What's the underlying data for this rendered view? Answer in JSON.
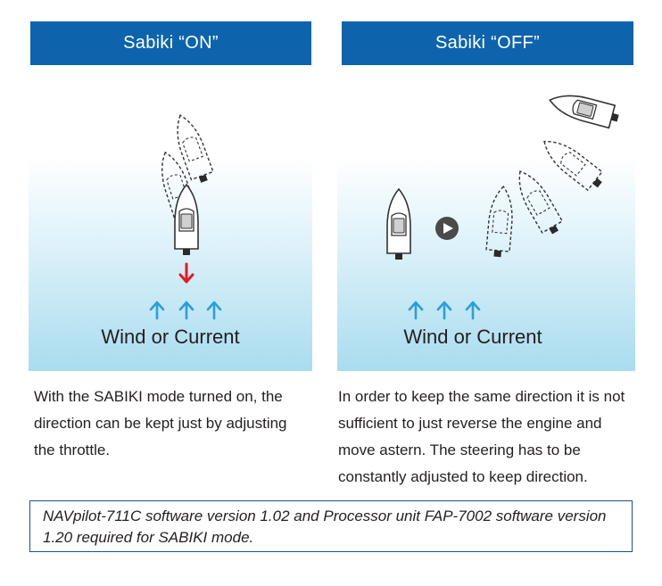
{
  "left": {
    "title": "Sabiki “ON”",
    "wind_label": "Wind or Current",
    "description": "With the SABIKI mode turned on, the direction can be kept just by adjusting the throttle."
  },
  "right": {
    "title": "Sabiki “OFF”",
    "wind_label": "Wind or Current",
    "description": "In order to keep the same direction it is not sufficient to just reverse the engine and move astern. The steering has to be constantly adjusted to keep direction."
  },
  "note": "NAVpilot-711C software version 1.02 and Processor unit FAP-7002 software version 1.20 required for SABIKI mode.",
  "colors": {
    "header_bg": "#0d64ad",
    "arrow_blue": "#2b9fd8",
    "arrow_red": "#e31b23",
    "note_border": "#1c4f8f"
  },
  "icons": [
    "boat-icon",
    "ghost-boat-icon",
    "play-icon",
    "up-arrow-icon",
    "down-arrow-icon"
  ]
}
